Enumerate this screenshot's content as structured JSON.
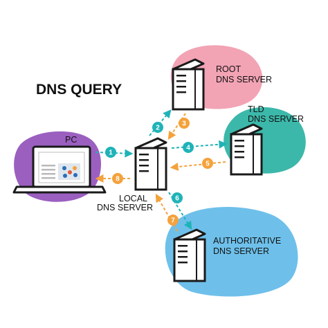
{
  "title": "DNS QUERY",
  "nodes": {
    "pc": {
      "label": "PC"
    },
    "local": {
      "line1": "LOCAL",
      "line2": "DNS SERVER"
    },
    "root": {
      "line1": "ROOT",
      "line2": "DNS SERVER"
    },
    "tld": {
      "line1": "TLD",
      "line2": "DNS SERVER"
    },
    "authoritative": {
      "line1": "AUTHORITATIVE",
      "line2": "DNS SERVER"
    }
  },
  "steps": [
    "1",
    "2",
    "3",
    "4",
    "5",
    "6",
    "7",
    "8"
  ],
  "colors": {
    "query": "#1fb3b8",
    "response": "#f4a23c",
    "pc_blob": "#9b5fc0",
    "root_blob": "#f2a3b4",
    "tld_blob": "#3cb8aa",
    "auth_blob": "#6ec0ea",
    "outline": "#1a1a1a"
  }
}
